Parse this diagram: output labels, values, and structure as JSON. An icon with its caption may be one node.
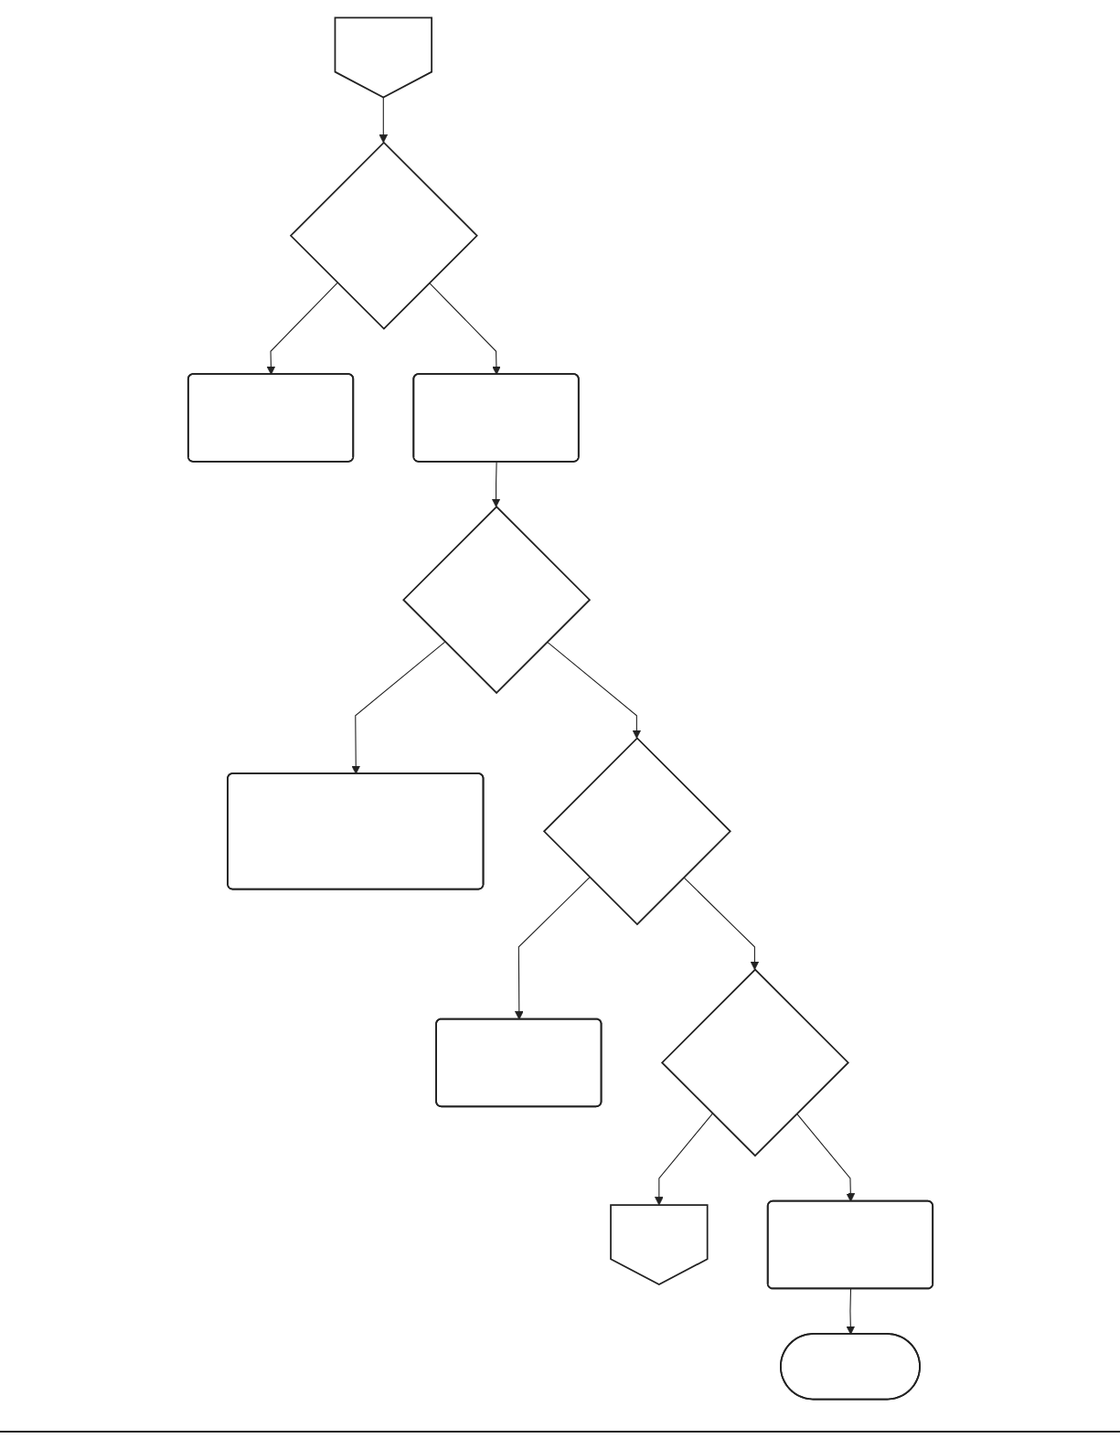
{
  "diagram": {
    "nodes": [
      {
        "text": [],
        "shape": "pentagon"
      },
      {
        "text": [],
        "shape": "diamond"
      },
      {
        "text": [],
        "shape": "box"
      },
      {
        "text": [],
        "shape": "box"
      },
      {
        "text": [],
        "shape": "diamond"
      },
      {
        "text": [],
        "shape": "box"
      },
      {
        "text": [],
        "shape": "diamond"
      },
      {
        "text": [],
        "shape": "box"
      },
      {
        "text": [],
        "shape": "diamond"
      },
      {
        "text": [],
        "shape": "pentagon"
      },
      {
        "text": [],
        "shape": "box"
      },
      {
        "text": [],
        "shape": "oval"
      }
    ],
    "edges": [
      {
        "from": 0,
        "to": 1,
        "arrow": "to"
      },
      {
        "from": 1,
        "to": 2,
        "arrow": "to"
      },
      {
        "from": 1,
        "to": 3,
        "arrow": "to"
      },
      {
        "from": 3,
        "to": 4,
        "arrow": "to"
      },
      {
        "from": 4,
        "to": 5,
        "arrow": "to"
      },
      {
        "from": 4,
        "to": 6,
        "arrow": "to"
      },
      {
        "from": 6,
        "to": 7,
        "arrow": "to"
      },
      {
        "from": 6,
        "to": 8,
        "arrow": "to"
      },
      {
        "from": 8,
        "to": 9,
        "arrow": "to"
      },
      {
        "from": 8,
        "to": 10,
        "arrow": "to"
      },
      {
        "from": 10,
        "to": 11,
        "arrow": "to"
      }
    ]
  }
}
